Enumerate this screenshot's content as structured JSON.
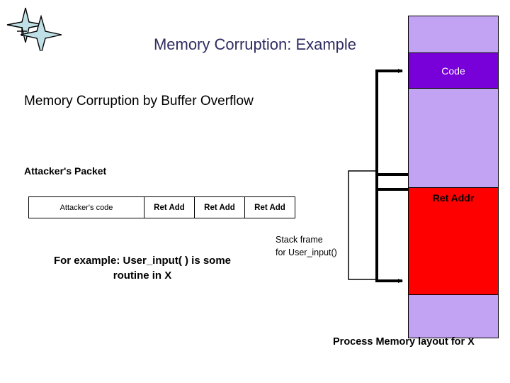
{
  "slide": {
    "title": "Memory Corruption: Example",
    "subtitle": "Memory Corruption by Buffer Overflow",
    "bottom_caption": "Process Memory layout for X",
    "title_color": "#2E2D62",
    "background": "#FFFFFF"
  },
  "decoration": {
    "sparkle_icon": "sparkle-icon",
    "sparkle_fill": "#BEE0E6",
    "sparkle_stroke": "#000000"
  },
  "packet": {
    "heading": "Attacker's Packet",
    "cells": [
      {
        "label": "Attacker's code",
        "bold": false
      },
      {
        "label": "Ret Add",
        "bold": true
      },
      {
        "label": "Ret Add",
        "bold": true
      },
      {
        "label": "Ret Add",
        "bold": true
      }
    ],
    "example_line1": "For example: User_input( ) is some",
    "example_line2": "routine in X"
  },
  "stack_frame": {
    "line1": "Stack frame",
    "line2": "for User_input()"
  },
  "memory_layout": {
    "blocks": [
      {
        "name": "top-free",
        "label": "",
        "color": "#C2A2F2",
        "text_color": "#000000"
      },
      {
        "name": "code",
        "label": "Code",
        "color": "#7800D8",
        "text_color": "#FFFFFF"
      },
      {
        "name": "middle-free",
        "label": "",
        "color": "#C2A2F2",
        "text_color": "#000000"
      },
      {
        "name": "ret-addr",
        "label": "Ret Addr",
        "color": "#FF0000",
        "text_color": "#000000"
      },
      {
        "name": "bottom-free",
        "label": "",
        "color": "#C2A2F2",
        "text_color": "#000000"
      }
    ],
    "border_color": "#000000"
  },
  "connectors": {
    "stroke": "#000000",
    "thick_width": 4,
    "thin_width": 1.5,
    "arrow_to_code": "points right into the Code block",
    "arrow_to_bottom": "points right into the bottom of the Ret Addr block"
  }
}
